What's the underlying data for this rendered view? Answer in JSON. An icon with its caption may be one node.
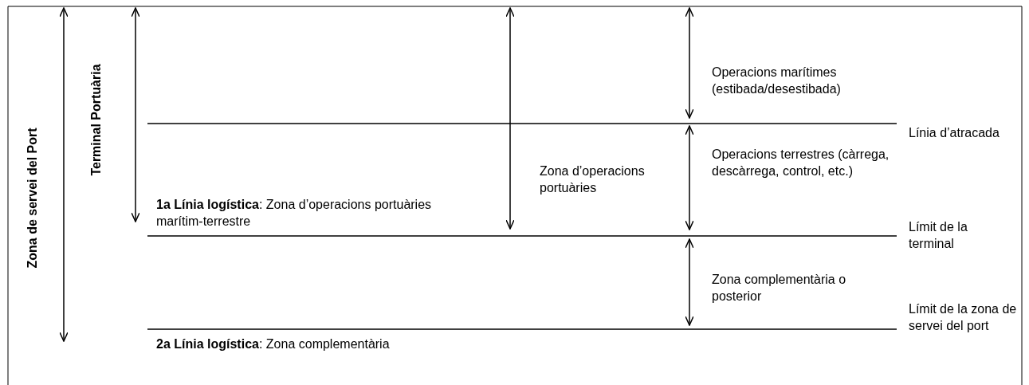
{
  "diagram": {
    "labels": [
      "Zona de servei del Port",
      "Terminal Portuària",
      "Operacions marítimes (estibada/desestibada)",
      "Línia d’atracada",
      "Zona d’operacions portuàries",
      "Operacions terrestres (càrrega, descàrrega, control, etc.)",
      "**1a Línia logística**: Zona d’operacions portuàries marítim-terrestre",
      "Límit de la terminal",
      "Zona complementària o posterior",
      "**2a Línia logística**: Zona complementària",
      "Límit de la zona de servei del port"
    ]
  }
}
